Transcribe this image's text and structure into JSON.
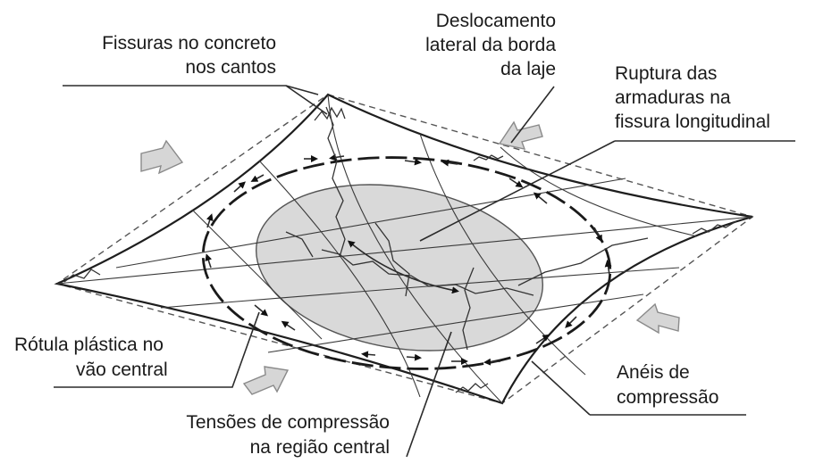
{
  "labels": {
    "corner_cracks": [
      "Fissuras no concreto",
      "nos cantos"
    ],
    "lateral_displacement": [
      "Deslocamento",
      "lateral da borda",
      "da laje"
    ],
    "reinforcement_rupture": [
      "Ruptura das",
      "armaduras na",
      "fissura longitudinal"
    ],
    "plastic_hinge": [
      "Rótula plástica no",
      "vão central"
    ],
    "compression_rings": [
      "Anéis de",
      "compressão"
    ],
    "central_compression": [
      "Tensões de compressão",
      "na região central"
    ]
  },
  "colors": {
    "central_region_fill": "#d9d9d9",
    "push_arrow_fill": "#d6d6d6",
    "line": "#1e1e1e"
  },
  "icons": {
    "push_arrows": "hollow-grey-arrow",
    "ring_arrows": "double-headed-arrow"
  }
}
